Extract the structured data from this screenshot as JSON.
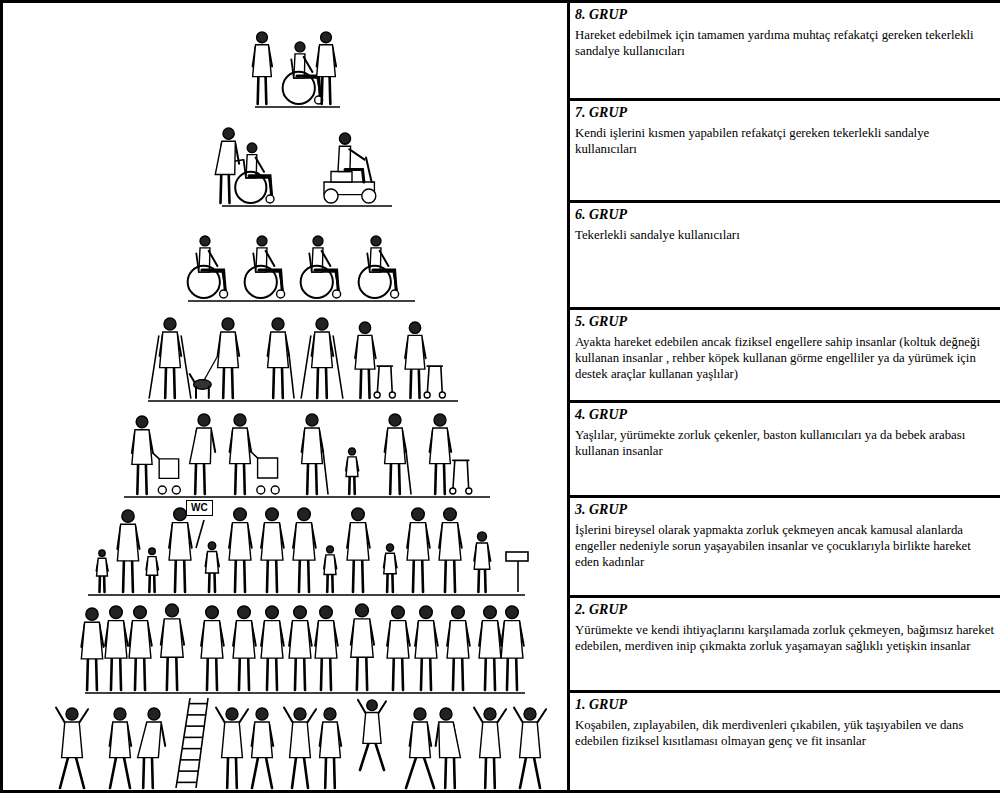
{
  "diagram": {
    "nodes": [
      {
        "text": [
          "8. GRUP",
          "Hareket edebilmek için tamamen yardıma muhtaç refakatçi gereken tekerlekli sandalye kullanıcıları"
        ]
      },
      {
        "text": [
          "7. GRUP",
          "Kendi işlerini kısmen yapabilen refakatçi gereken tekerlekli sandalye kullanıcıları"
        ]
      },
      {
        "text": [
          "6. GRUP",
          "Tekerlekli sandalye kullanıcıları"
        ]
      },
      {
        "text": [
          "5. GRUP",
          "Ayakta hareket edebilen ancak fiziksel engellere sahip insanlar (koltuk değneği kullanan insanlar , rehber köpek kullanan görme engelliler ya da yürümek için destek araçlar kullanan yaşlılar)"
        ]
      },
      {
        "text": [
          "4. GRUP",
          "Yaşlılar, yürümekte zorluk çekenler, baston kullanıcıları ya da bebek arabası kullanan insanlar"
        ]
      },
      {
        "text": [
          "3. GRUP",
          "İşlerini bireysel olarak yapmakta zorluk çekmeyen ancak kamusal alanlarda engeller nedeniyle sorun yaşayabilen insanlar ve çocuklarıyla birlikte hareket eden kadınlar"
        ]
      },
      {
        "text": [
          "2. GRUP",
          "Yürümekte ve kendi ihtiyaçlarını karşılamada zorluk çekmeyen, bağımsız hareket edebilen, merdiven inip çıkmakta zorluk yaşamayan sağlıklı yetişkin insanlar"
        ]
      },
      {
        "text": [
          "1. GRUP",
          "Koşabilen, zıplayabilen, dik merdivenleri çıkabilen, yük taşıyabilen ve dans edebilen fiziksel kısıtlaması olmayan genç ve fit insanlar"
        ]
      }
    ],
    "labels": [
      "WC"
    ]
  }
}
